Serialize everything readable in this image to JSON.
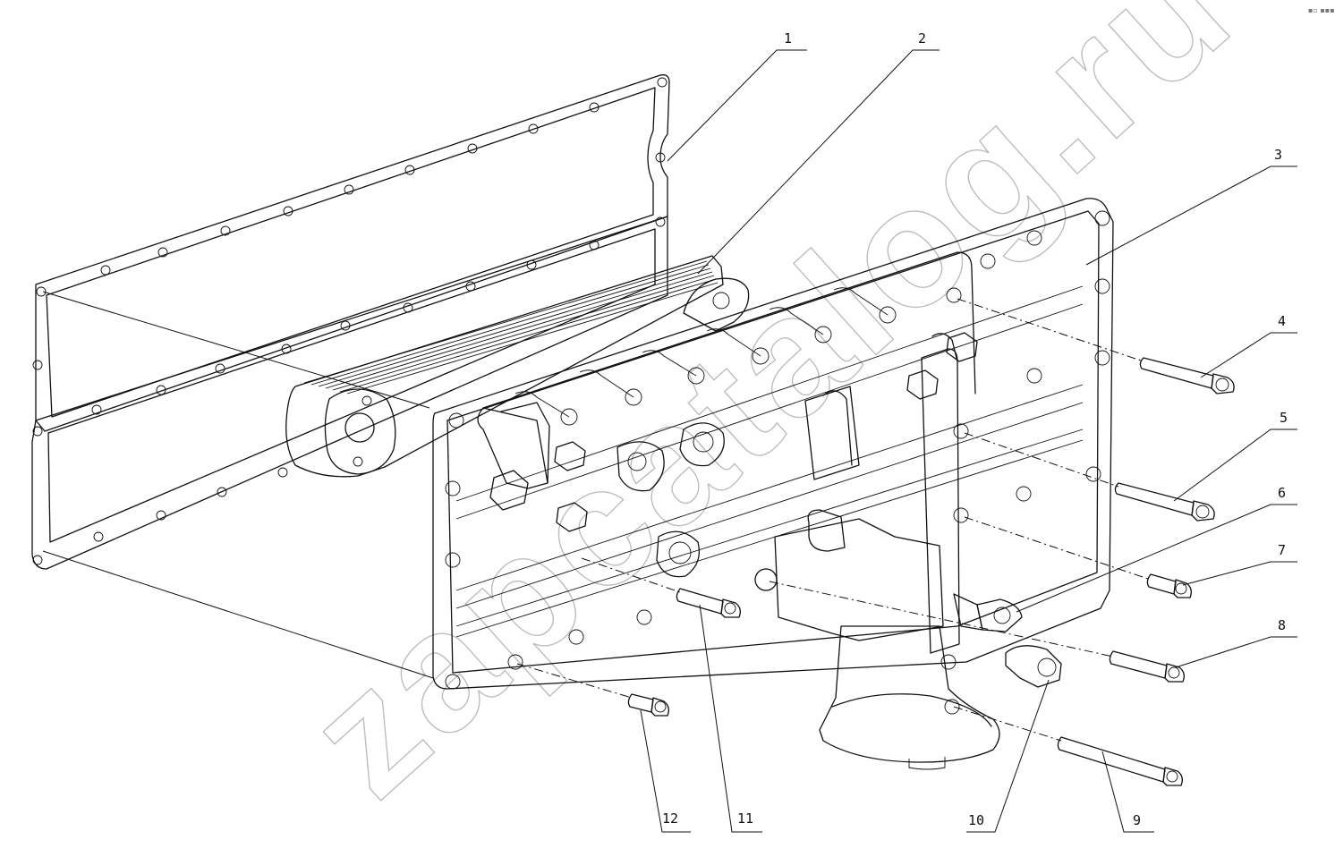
{
  "watermark": "zapcatalog.ru",
  "corner_mark": "▪▫ ▪▪▪",
  "callouts": [
    {
      "id": "callout-1",
      "label": "1"
    },
    {
      "id": "callout-2",
      "label": "2"
    },
    {
      "id": "callout-3",
      "label": "3"
    },
    {
      "id": "callout-4",
      "label": "4"
    },
    {
      "id": "callout-5",
      "label": "5"
    },
    {
      "id": "callout-6",
      "label": "6"
    },
    {
      "id": "callout-7",
      "label": "7"
    },
    {
      "id": "callout-8",
      "label": "8"
    },
    {
      "id": "callout-9",
      "label": "9"
    },
    {
      "id": "callout-10",
      "label": "10"
    },
    {
      "id": "callout-11",
      "label": "11"
    },
    {
      "id": "callout-12",
      "label": "12"
    }
  ],
  "colors": {
    "line": "#111111",
    "watermark": "#bdbdbd",
    "background": "#ffffff"
  }
}
